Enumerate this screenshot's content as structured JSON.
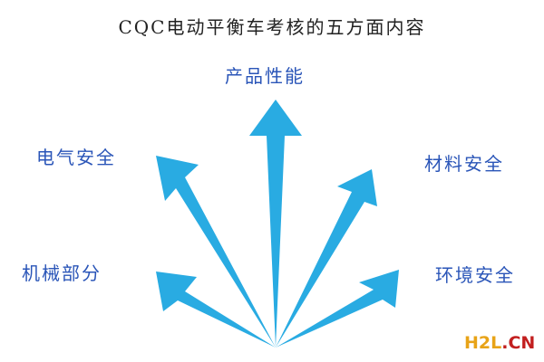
{
  "title": "CQC电动平衡车考核的五方面内容",
  "center_label": "产品性能",
  "left_labels": [
    "电气安全",
    "机械部分"
  ],
  "right_labels": [
    "材料安全",
    "环境安全"
  ],
  "watermark": {
    "part1": "H2L",
    "part2": ".CN"
  },
  "colors": {
    "arrow": "#29abe2",
    "label_text": "#2a55b8",
    "title_text": "#222222",
    "watermark_main": "#e8a317",
    "watermark_suffix": "#c21f1f"
  }
}
